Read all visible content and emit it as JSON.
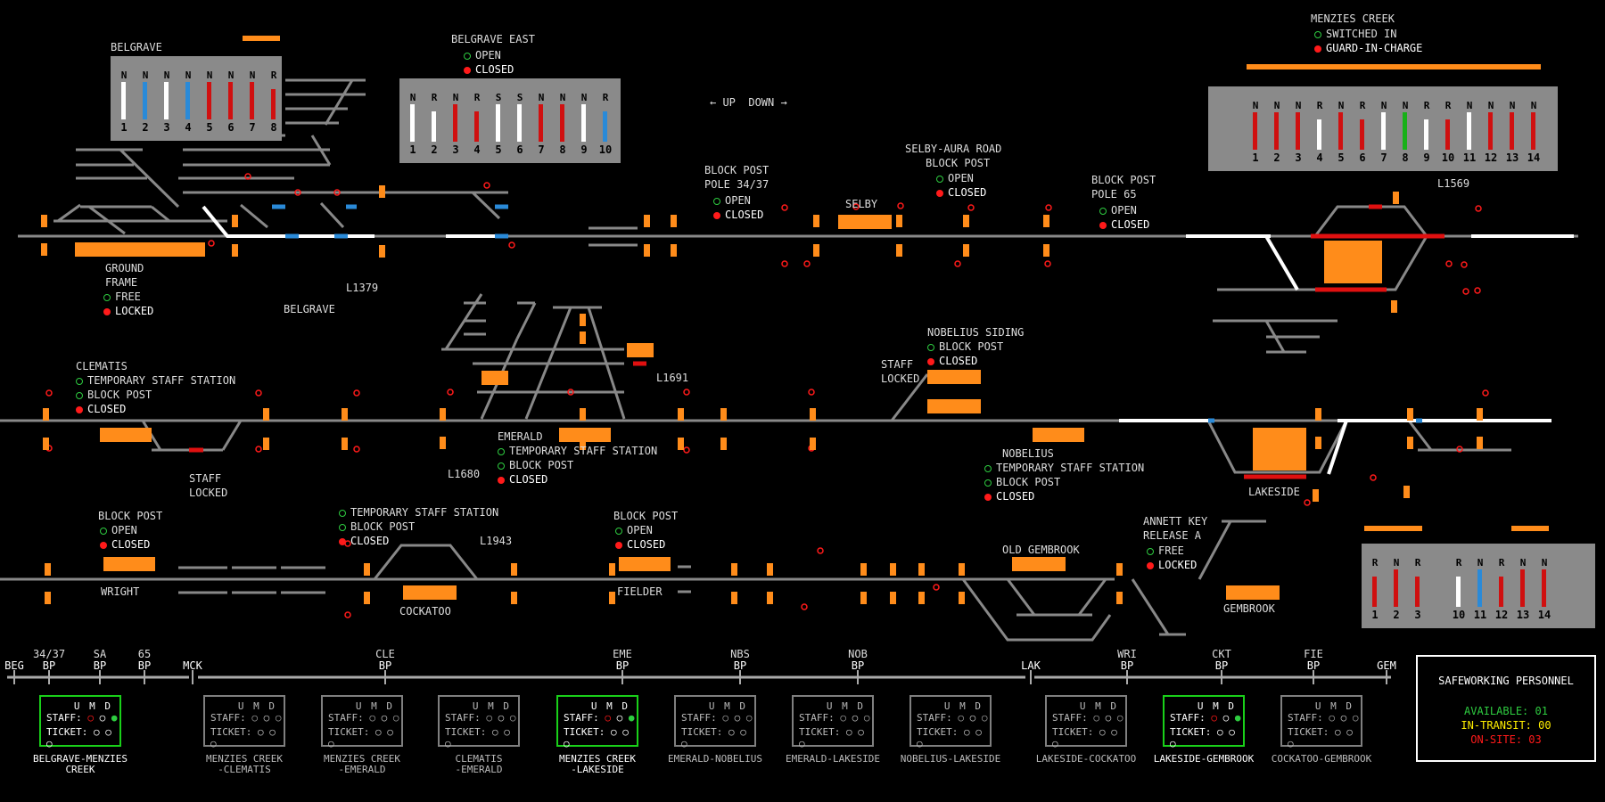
{
  "stations": {
    "belgrave": "BELGRAVE",
    "belgrave_east": "BELGRAVE EAST",
    "menzies_creek": "MENZIES CREEK",
    "clematis": "CLEMATIS",
    "emerald": "EMERALD",
    "nobelius": "NOBELIUS",
    "nobelius_siding": "NOBELIUS SIDING",
    "lakeside": "LAKESIDE",
    "selby": "SELBY",
    "wright": "WRIGHT",
    "cockatoo": "COCKATOO",
    "fielder": "FIELDER",
    "old_gembrook": "OLD GEMBROOK",
    "gembrook": "GEMBROOK",
    "selby_aura": "SELBY-AURA ROAD"
  },
  "states": {
    "open": "OPEN",
    "closed": "CLOSED",
    "free": "FREE",
    "locked": "LOCKED",
    "switched_in": "SWITCHED IN",
    "guard_in_charge": "GUARD-IN-CHARGE",
    "temporary_staff_station": "TEMPORARY STAFF STATION",
    "block_post": "BLOCK POST",
    "staff": "STAFF",
    "staff_locked_1": "STAFF",
    "staff_locked_2": "LOCKED",
    "ground_frame_1": "GROUND",
    "ground_frame_2": "FRAME",
    "block_post_pole3437_1": "BLOCK POST",
    "block_post_pole3437_2": "POLE 34/37",
    "block_post_pole65_1": "BLOCK POST",
    "block_post_pole65_2": "POLE 65",
    "annett_1": "ANNETT KEY",
    "annett_2": "RELEASE A"
  },
  "direction": {
    "up": "UP",
    "down": "DOWN"
  },
  "lever_ids": {
    "l1379": "L1379",
    "l1569": "L1569",
    "l1691": "L1691",
    "l1680": "L1680",
    "l1943": "L1943"
  },
  "belgrave_levers": [
    {
      "state": "N",
      "num": "1",
      "color": "white"
    },
    {
      "state": "N",
      "num": "2",
      "color": "blue"
    },
    {
      "state": "N",
      "num": "3",
      "color": "white"
    },
    {
      "state": "N",
      "num": "4",
      "color": "blue"
    },
    {
      "state": "N",
      "num": "5",
      "color": "red"
    },
    {
      "state": "N",
      "num": "6",
      "color": "red"
    },
    {
      "state": "N",
      "num": "7",
      "color": "red"
    },
    {
      "state": "R",
      "num": "8",
      "color": "red"
    }
  ],
  "belgrave_east_levers": [
    {
      "state": "N",
      "num": "1",
      "color": "white"
    },
    {
      "state": "R",
      "num": "2",
      "color": "white"
    },
    {
      "state": "N",
      "num": "3",
      "color": "red"
    },
    {
      "state": "R",
      "num": "4",
      "color": "red"
    },
    {
      "state": "S",
      "num": "5",
      "color": "white"
    },
    {
      "state": "S",
      "num": "6",
      "color": "white"
    },
    {
      "state": "N",
      "num": "7",
      "color": "red"
    },
    {
      "state": "N",
      "num": "8",
      "color": "red"
    },
    {
      "state": "N",
      "num": "9",
      "color": "white"
    },
    {
      "state": "R",
      "num": "10",
      "color": "blue"
    }
  ],
  "menzies_levers": [
    {
      "state": "N",
      "num": "1",
      "color": "red"
    },
    {
      "state": "N",
      "num": "2",
      "color": "red"
    },
    {
      "state": "N",
      "num": "3",
      "color": "red"
    },
    {
      "state": "R",
      "num": "4",
      "color": "white"
    },
    {
      "state": "N",
      "num": "5",
      "color": "red"
    },
    {
      "state": "R",
      "num": "6",
      "color": "red"
    },
    {
      "state": "N",
      "num": "7",
      "color": "white"
    },
    {
      "state": "N",
      "num": "8",
      "color": "green"
    },
    {
      "state": "R",
      "num": "9",
      "color": "white"
    },
    {
      "state": "R",
      "num": "10",
      "color": "red"
    },
    {
      "state": "N",
      "num": "11",
      "color": "white"
    },
    {
      "state": "N",
      "num": "12",
      "color": "red"
    },
    {
      "state": "N",
      "num": "13",
      "color": "red"
    },
    {
      "state": "N",
      "num": "14",
      "color": "red"
    }
  ],
  "gembrook_levers": [
    {
      "state": "R",
      "num": "1",
      "color": "red"
    },
    {
      "state": "N",
      "num": "2",
      "color": "red"
    },
    {
      "state": "R",
      "num": "3",
      "color": "red"
    },
    {
      "state": "R",
      "num": "10",
      "color": "white"
    },
    {
      "state": "N",
      "num": "11",
      "color": "blue"
    },
    {
      "state": "R",
      "num": "12",
      "color": "red"
    },
    {
      "state": "N",
      "num": "13",
      "color": "red"
    },
    {
      "state": "N",
      "num": "14",
      "color": "red"
    }
  ],
  "line_diagram": [
    {
      "top": "",
      "bot": "BEG",
      "kind": "end"
    },
    {
      "top": "34/37",
      "bot": "BP",
      "kind": "bp"
    },
    {
      "top": "SA",
      "bot": "BP",
      "kind": "bp"
    },
    {
      "top": "65",
      "bot": "BP",
      "kind": "bp"
    },
    {
      "top": "",
      "bot": "MCK",
      "kind": "end"
    },
    {
      "top": "CLE",
      "bot": "BP",
      "kind": "bp"
    },
    {
      "top": "EME",
      "bot": "BP",
      "kind": "bp"
    },
    {
      "top": "NBS",
      "bot": "BP",
      "kind": "bp"
    },
    {
      "top": "NOB",
      "bot": "BP",
      "kind": "bp"
    },
    {
      "top": "",
      "bot": "LAK",
      "kind": "end"
    },
    {
      "top": "WRI",
      "bot": "BP",
      "kind": "bp"
    },
    {
      "top": "CKT",
      "bot": "BP",
      "kind": "bp"
    },
    {
      "top": "FIE",
      "bot": "BP",
      "kind": "bp"
    },
    {
      "top": "",
      "bot": "GEM",
      "kind": "end"
    }
  ],
  "umd_header": "U M D",
  "staff_label": "STAFF:",
  "ticket_label": "TICKET:",
  "sections": [
    {
      "name1": "BELGRAVE-MENZIES CREEK",
      "name2": "",
      "active": true
    },
    {
      "name1": "MENZIES CREEK",
      "name2": "-CLEMATIS",
      "active": false
    },
    {
      "name1": "MENZIES CREEK",
      "name2": "-EMERALD",
      "active": false
    },
    {
      "name1": "CLEMATIS",
      "name2": "-EMERALD",
      "active": false
    },
    {
      "name1": "MENZIES CREEK",
      "name2": "-LAKESIDE",
      "active": true
    },
    {
      "name1": "EMERALD-NOBELIUS",
      "name2": "",
      "active": false
    },
    {
      "name1": "EMERALD-LAKESIDE",
      "name2": "",
      "active": false
    },
    {
      "name1": "NOBELIUS-LAKESIDE",
      "name2": "",
      "active": false
    },
    {
      "name1": "LAKESIDE-COCKATOO",
      "name2": "",
      "active": false
    },
    {
      "name1": "LAKESIDE-GEMBROOK",
      "name2": "",
      "active": true
    },
    {
      "name1": "COCKATOO-GEMBROOK",
      "name2": "",
      "active": false
    }
  ],
  "safeworking": {
    "title": "SAFEWORKING PERSONNEL",
    "available": "AVAILABLE: 01",
    "in_transit": "IN-TRANSIT: 00",
    "on_site": "ON-SITE: 03"
  },
  "colors": {
    "orange": "#ff8c1a",
    "red": "#ff1a1a",
    "green": "#2ecc40",
    "yellow": "#ffee00",
    "grey": "#8a8a8a"
  }
}
